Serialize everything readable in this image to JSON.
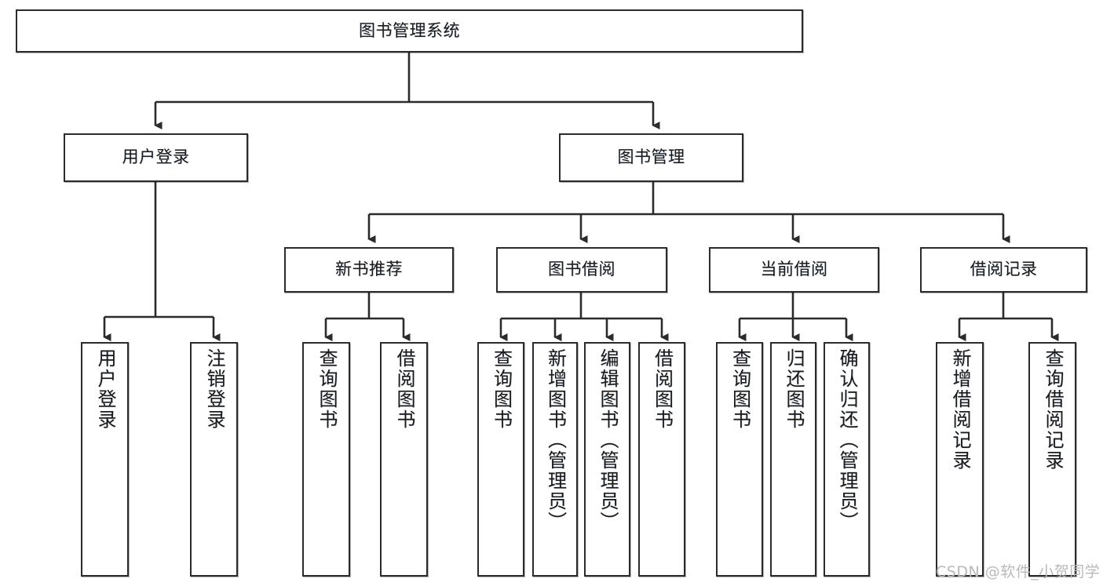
{
  "diagram": {
    "title": "图书管理系统",
    "watermark": "CSDN @软件_小贺同学",
    "level1": {
      "label": "图书管理系统"
    },
    "level2": [
      {
        "label": "用户登录"
      },
      {
        "label": "图书管理"
      }
    ],
    "level3": [
      {
        "label": "新书推荐"
      },
      {
        "label": "图书借阅"
      },
      {
        "label": "当前借阅"
      },
      {
        "label": "借阅记录"
      }
    ],
    "leaves": {
      "user_login": [
        {
          "label": "用户登录"
        },
        {
          "label": "注销登录"
        }
      ],
      "new_book_recommend": [
        {
          "label": "查询图书"
        },
        {
          "label": "借阅图书"
        }
      ],
      "book_borrow": [
        {
          "label": "查询图书"
        },
        {
          "label": "新增图书（管理员）"
        },
        {
          "label": "编辑图书（管理员）"
        },
        {
          "label": "借阅图书"
        }
      ],
      "current_borrow": [
        {
          "label": "查询图书"
        },
        {
          "label": "归还图书"
        },
        {
          "label": "确认归还（管理员）"
        }
      ],
      "borrow_record": [
        {
          "label": "新增借阅记录"
        },
        {
          "label": "查询借阅记录"
        }
      ]
    },
    "colors": {
      "stroke": "#2b2b2b",
      "fill": "#ffffff",
      "text": "#1a1a1a",
      "watermark": "#b9b9b9"
    }
  }
}
